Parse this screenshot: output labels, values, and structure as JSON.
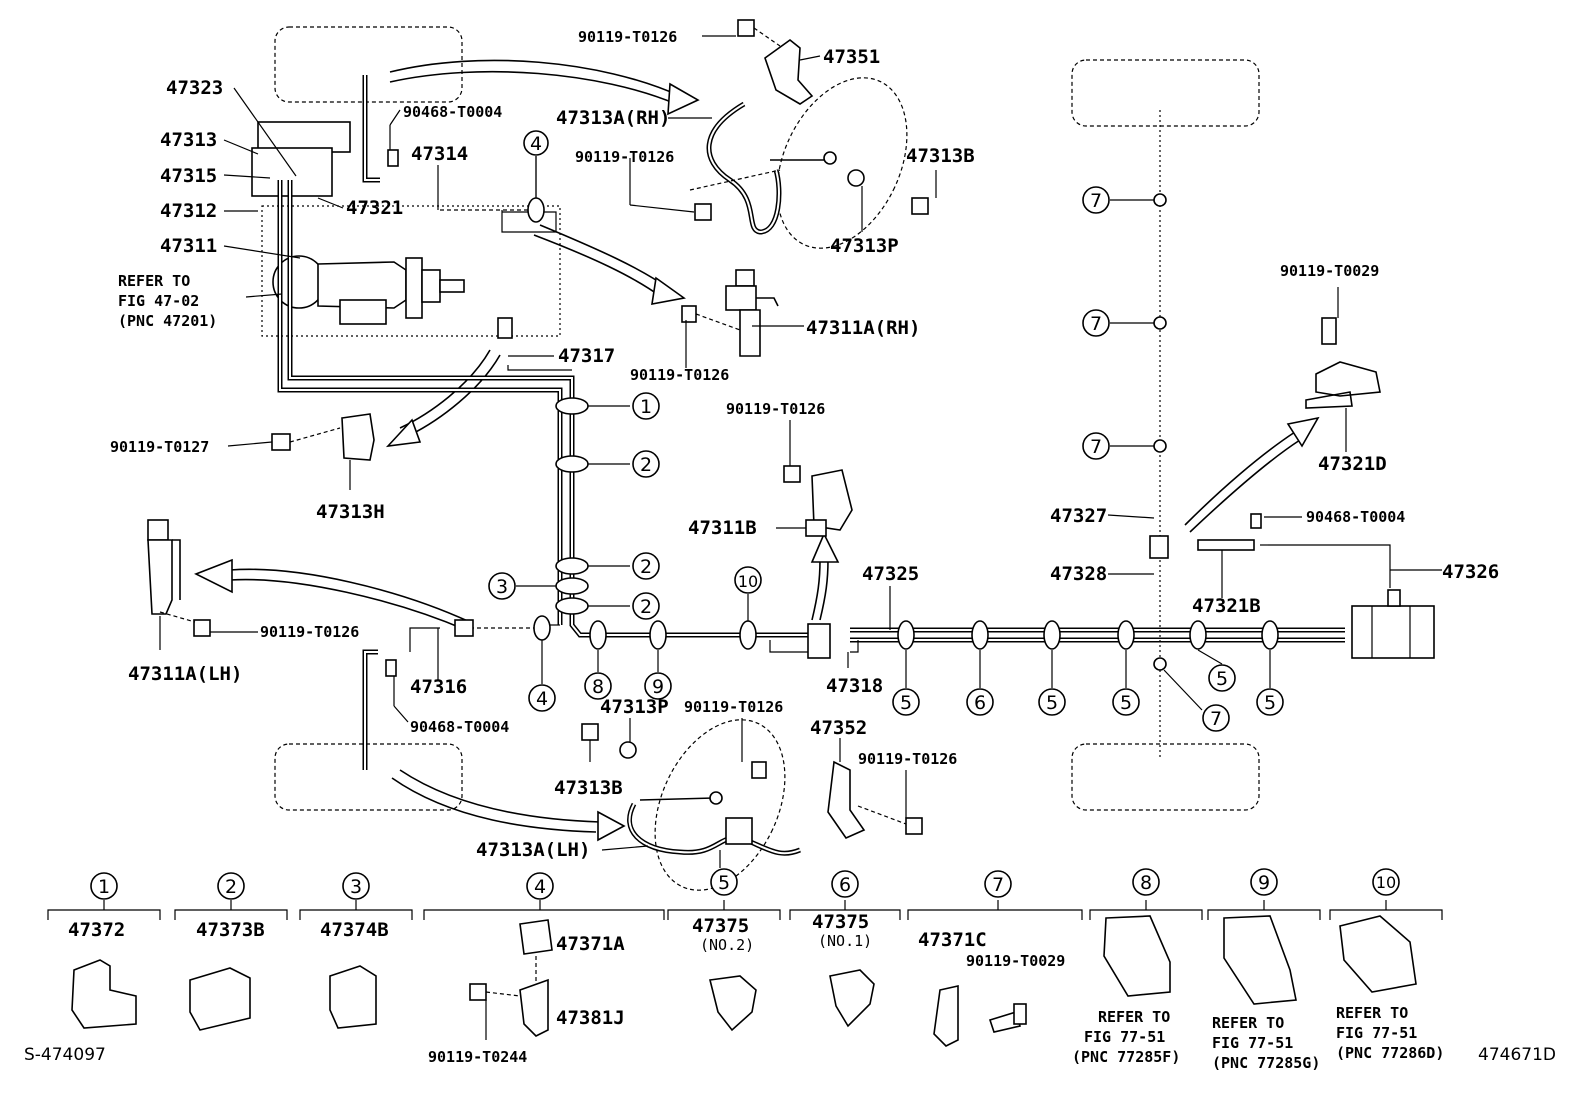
{
  "diagram_id": "S-474097",
  "diagram_id_right": "474671D",
  "parts": {
    "p47351": "47351",
    "p47323": "47323",
    "p47313": "47313",
    "p47315": "47315",
    "p47312": "47312",
    "p47311": "47311",
    "p47321": "47321",
    "p47314": "47314",
    "p47313A_RH": "47313A(RH)",
    "p47313B_top": "47313B",
    "p47313P_top": "47313P",
    "p47311A_RH": "47311A(RH)",
    "p47317": "47317",
    "p47313H": "47313H",
    "p47311B": "47311B",
    "p47325": "47325",
    "p47327": "47327",
    "p47328": "47328",
    "p47321B": "47321B",
    "p47326": "47326",
    "p47321D": "47321D",
    "p47311A_LH": "47311A(LH)",
    "p47316": "47316",
    "p47318": "47318",
    "p47313P_bot": "47313P",
    "p47313B_bot": "47313B",
    "p47352": "47352",
    "p47313A_LH": "47313A(LH)"
  },
  "bolts": {
    "b_t0126_a": "90119-T0126",
    "b_t0126_b": "90119-T0126",
    "b_t0126_c": "90119-T0126",
    "b_t0126_d": "90119-T0126",
    "b_t0126_e": "90119-T0126",
    "b_t0126_f": "90119-T0126",
    "b_t0126_g": "90119-T0126",
    "b_t0127": "90119-T0127",
    "b_t0029": "90119-T0029",
    "c_t0004_a": "90468-T0004",
    "c_t0004_b": "90468-T0004",
    "c_t0004_c": "90468-T0004"
  },
  "refer_master": [
    "REFER TO",
    "FIG 47-02",
    "(PNC 47201)"
  ],
  "callouts": [
    "1",
    "2",
    "3",
    "4",
    "5",
    "6",
    "7",
    "8",
    "9",
    "10"
  ],
  "legend": [
    {
      "num": "1",
      "part": "47372",
      "sub": ""
    },
    {
      "num": "2",
      "part": "47373B",
      "sub": ""
    },
    {
      "num": "3",
      "part": "47374B",
      "sub": ""
    },
    {
      "num": "4",
      "part": "47371A",
      "part2": "47381J",
      "bolt": "90119-T0244"
    },
    {
      "num": "5",
      "part": "47375",
      "sub": "(NO.2)"
    },
    {
      "num": "6",
      "part": "47375",
      "sub": "(NO.1)"
    },
    {
      "num": "7",
      "part": "47371C",
      "bolt": "90119-T0029"
    },
    {
      "num": "8",
      "refer": [
        "REFER TO",
        "FIG 77-51",
        "(PNC 77285F)"
      ]
    },
    {
      "num": "9",
      "refer": [
        "REFER TO",
        "FIG 77-51",
        "(PNC 77285G)"
      ]
    },
    {
      "num": "10",
      "refer": [
        "REFER TO",
        "FIG 77-51",
        "(PNC 77286D)"
      ]
    }
  ]
}
